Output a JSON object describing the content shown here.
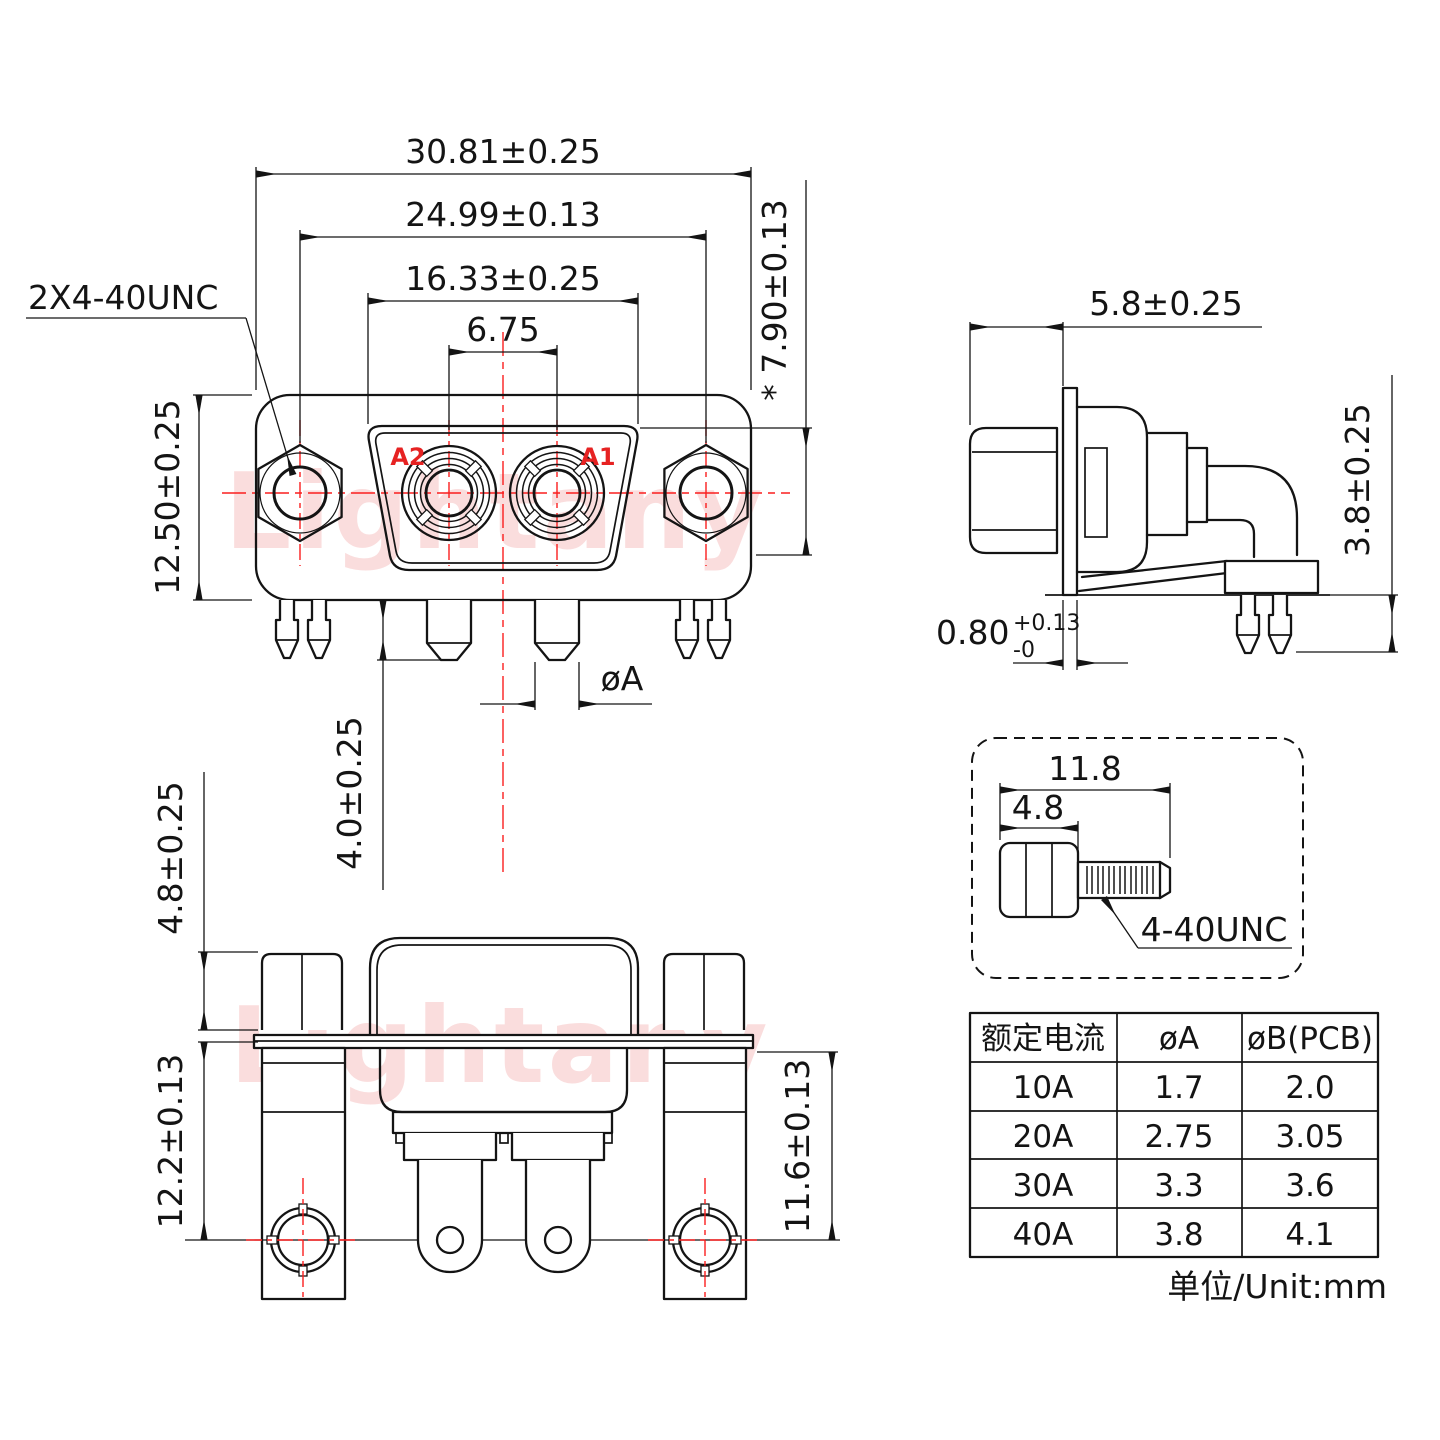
{
  "watermark": {
    "text": "Lightany"
  },
  "colors": {
    "line": "#141414",
    "red": "#fa1e1e",
    "redlabel": "#e62222",
    "pink": "#f6bcbc"
  },
  "front_view": {
    "thread_label": "2X4-40UNC",
    "dim_body_width": "30.81±0.25",
    "dim_screw_span": "24.99±0.13",
    "dim_shell_width": "16.33±0.25",
    "dim_contact_pitch": "6.75",
    "dim_shell_height": "* 7.90±0.13",
    "dim_body_height": "12.50±0.25",
    "dim_pin_length": "4.0±0.25",
    "pin_dia_label": "øA",
    "contact_labels": {
      "a1": "A1",
      "a2": "A2"
    }
  },
  "side_view": {
    "dim_depth": "5.8±0.25",
    "dim_standoff": "3.8±0.25",
    "dim_flange_thickness": "0.80",
    "dim_flange_tol_plus": "+0.13",
    "dim_flange_tol_minus": "-0"
  },
  "bottom_view": {
    "dim_nut_height": "4.8±0.25",
    "dim_post_left": "12.2±0.13",
    "dim_post_right": "11.6±0.13"
  },
  "screw_detail": {
    "dim_overall": "11.8",
    "dim_head": "4.8",
    "thread_label": "4-40UNC"
  },
  "table": {
    "headers": [
      "额定电流",
      "øA",
      "øB(PCB)"
    ],
    "rows": [
      [
        "10A",
        "1.7",
        "2.0"
      ],
      [
        "20A",
        "2.75",
        "3.05"
      ],
      [
        "30A",
        "3.3",
        "3.6"
      ],
      [
        "40A",
        "3.8",
        "4.1"
      ]
    ]
  },
  "footer": {
    "unit_label": "单位/Unit:mm"
  }
}
